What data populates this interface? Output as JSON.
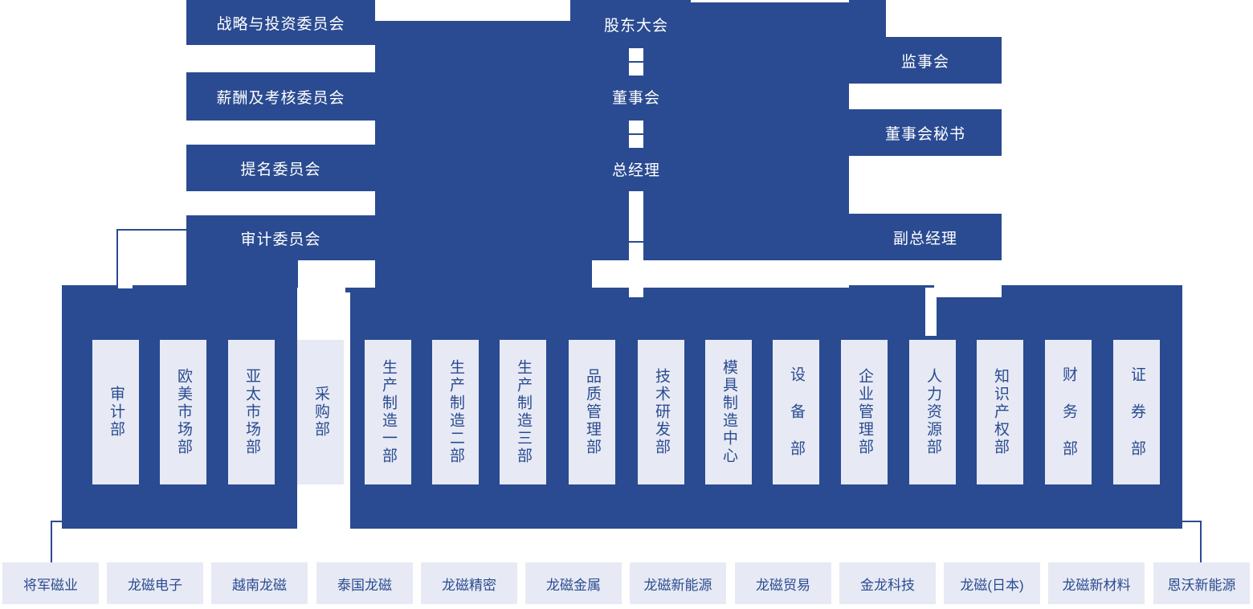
{
  "colors": {
    "ink_blue": "#2a4b91",
    "box_fill": "#e7eaf4",
    "page_bg": "#ffffff",
    "box_text": "#2a4b91",
    "bar_text": "#ffffff"
  },
  "governance": {
    "center_column": [
      {
        "label": "股东大会"
      },
      {
        "label": "董事会"
      },
      {
        "label": "总经理"
      }
    ],
    "left_committees": [
      {
        "label": "战略与投资委员会"
      },
      {
        "label": "薪酬及考核委员会"
      },
      {
        "label": "提名委员会"
      },
      {
        "label": "审计委员会"
      }
    ],
    "right_column": [
      {
        "label": "监事会"
      },
      {
        "label": "董事会秘书"
      },
      {
        "label": "副总经理"
      }
    ]
  },
  "departments": [
    {
      "label": "审计部"
    },
    {
      "label": "欧美市场部"
    },
    {
      "label": "亚太市场部"
    },
    {
      "label": "采购部"
    },
    {
      "label": "生产制造一部"
    },
    {
      "label": "生产制造二部"
    },
    {
      "label": "生产制造三部"
    },
    {
      "label": "品质管理部"
    },
    {
      "label": "技术研发部"
    },
    {
      "label": "模具制造中心"
    },
    {
      "label": "设 备 部"
    },
    {
      "label": "企业管理部"
    },
    {
      "label": "人力资源部"
    },
    {
      "label": "知识产权部"
    },
    {
      "label": "财 务 部"
    },
    {
      "label": "证 券 部"
    }
  ],
  "subsidiaries": [
    {
      "label": "将军磁业"
    },
    {
      "label": "龙磁电子"
    },
    {
      "label": "越南龙磁"
    },
    {
      "label": "泰国龙磁"
    },
    {
      "label": "龙磁精密"
    },
    {
      "label": "龙磁金属"
    },
    {
      "label": "龙磁新能源"
    },
    {
      "label": "龙磁贸易"
    },
    {
      "label": "金龙科技"
    },
    {
      "label": "龙磁(日本)"
    },
    {
      "label": "龙磁新材料"
    },
    {
      "label": "恩沃新能源"
    }
  ]
}
